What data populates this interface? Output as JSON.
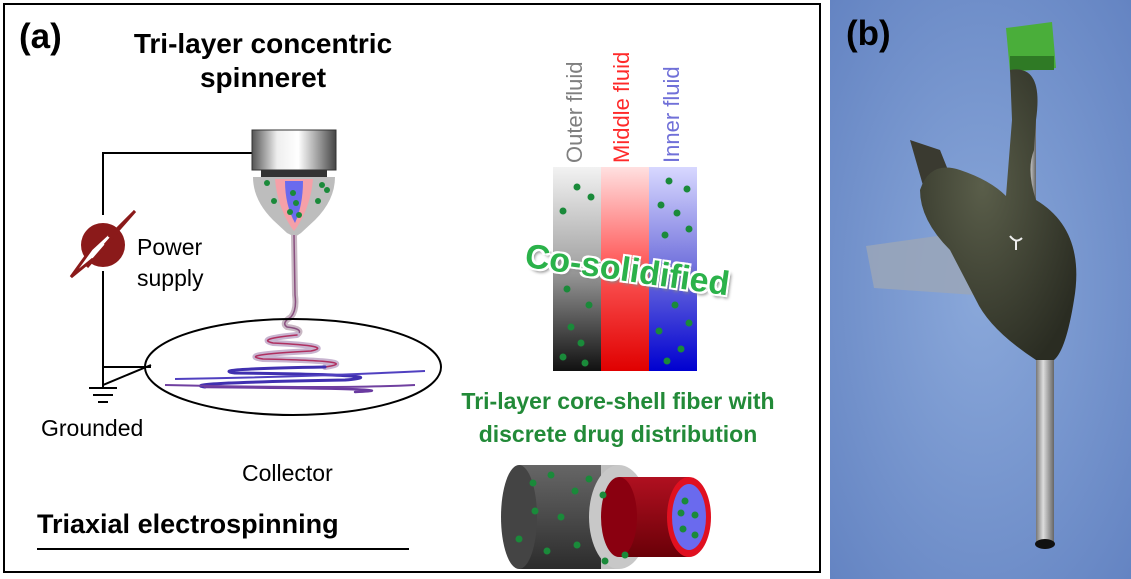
{
  "panel_a": {
    "label": "(a)",
    "spinneret_title": "Tri-layer concentric spinneret",
    "power_supply": "Power supply",
    "grounded": "Grounded",
    "collector": "Collector",
    "method": "Triaxial electrospinning",
    "fluids": [
      {
        "name": "Outer fluid",
        "color": "#7f7f7f"
      },
      {
        "name": "Middle fluid",
        "color": "#ff2a2a"
      },
      {
        "name": "Inner fluid",
        "color": "#7070d8"
      }
    ],
    "co_solidified": "Co-solidified",
    "fiber_title": "Tri-layer core-shell fiber with discrete drug distribution",
    "drug_color": "#1a8a3a"
  },
  "panel_b": {
    "label": "(b)",
    "background_color": "#7a9ad0"
  }
}
